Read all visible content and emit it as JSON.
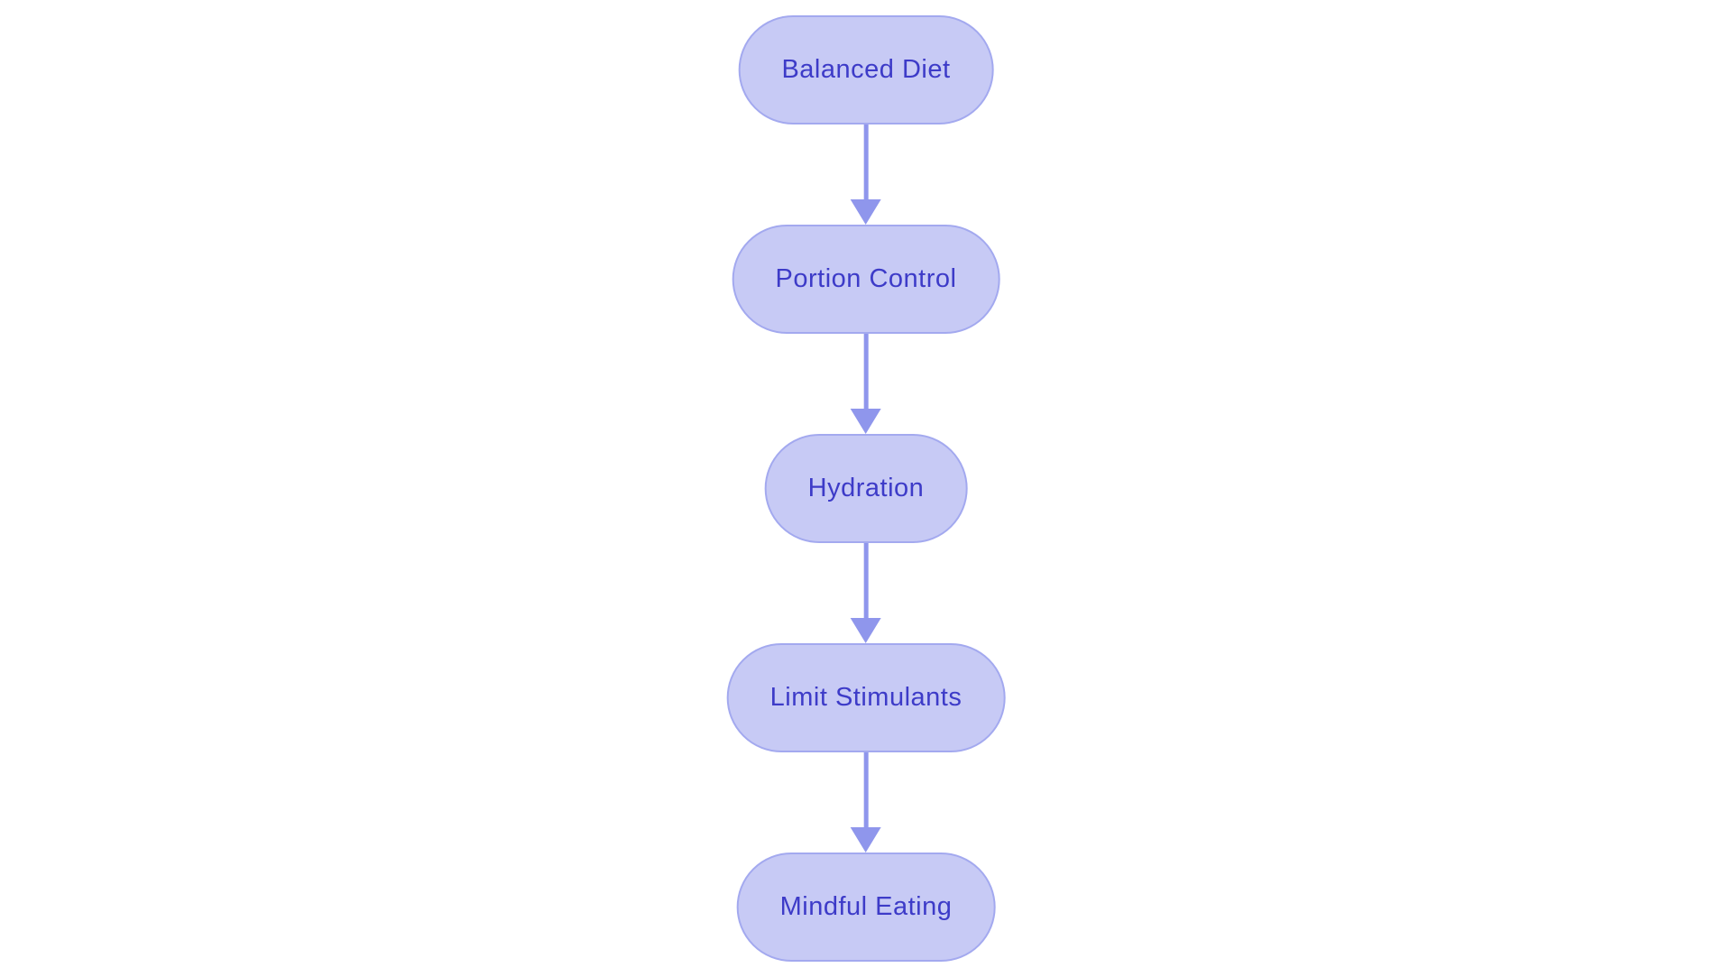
{
  "flowchart": {
    "type": "vertical-flow-diagram",
    "title": "",
    "nodes": [
      {
        "id": "node-1",
        "label": "Balanced Diet"
      },
      {
        "id": "node-2",
        "label": "Portion Control"
      },
      {
        "id": "node-3",
        "label": "Hydration"
      },
      {
        "id": "node-4",
        "label": "Limit Stimulants"
      },
      {
        "id": "node-5",
        "label": "Mindful Eating"
      }
    ],
    "edges": [
      {
        "from": "Balanced Diet",
        "to": "Portion Control"
      },
      {
        "from": "Portion Control",
        "to": "Hydration"
      },
      {
        "from": "Hydration",
        "to": "Limit Stimulants"
      },
      {
        "from": "Limit Stimulants",
        "to": "Mindful Eating"
      }
    ],
    "colors": {
      "background": "#ffffff",
      "node_fill": "#c7caf5",
      "node_border": "#a3a9ef",
      "node_text": "#3d3bc8",
      "arrow": "#8f96ec"
    }
  }
}
